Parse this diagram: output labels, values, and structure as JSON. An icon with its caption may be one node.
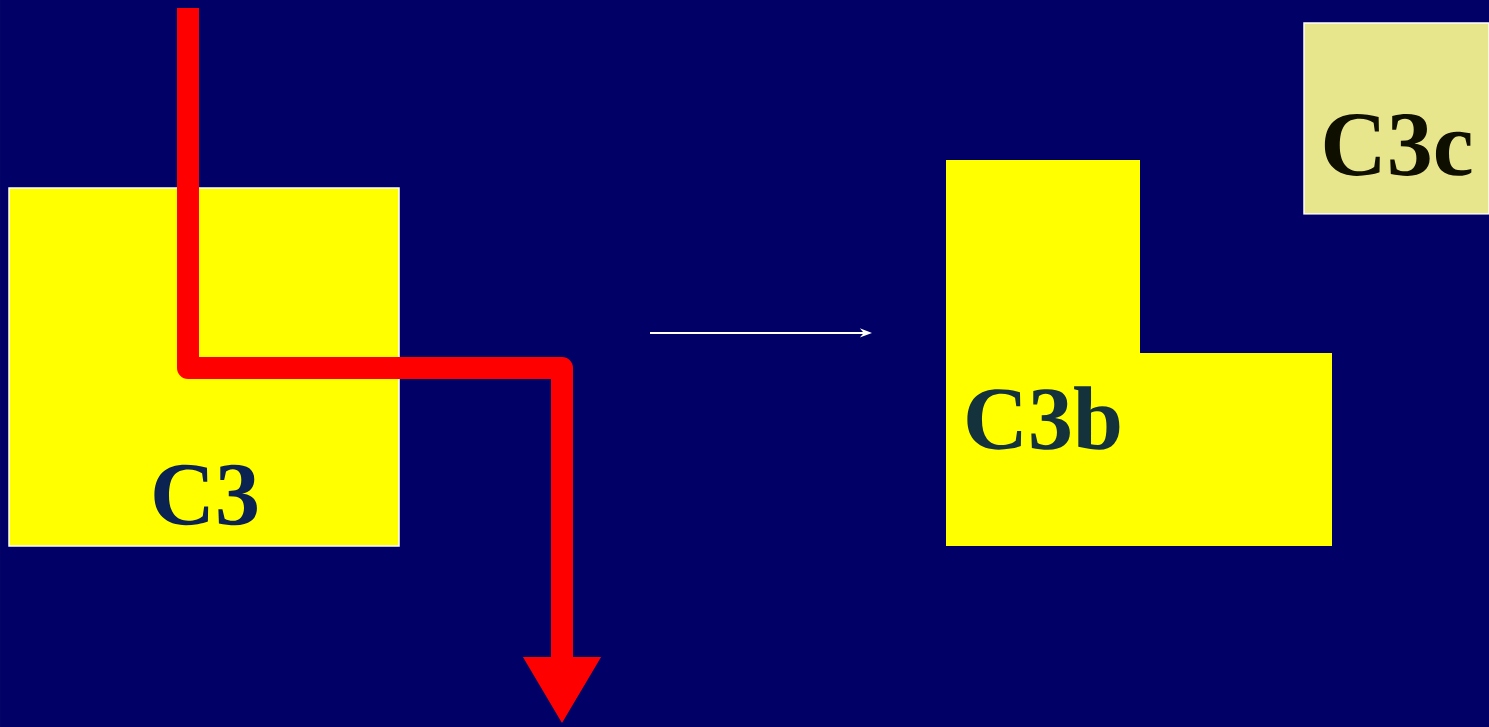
{
  "diagram": {
    "nodes": [
      {
        "text": [
          "C3"
        ]
      },
      {
        "text": [
          "C3b"
        ]
      },
      {
        "text": [
          "C3c"
        ]
      }
    ]
  }
}
